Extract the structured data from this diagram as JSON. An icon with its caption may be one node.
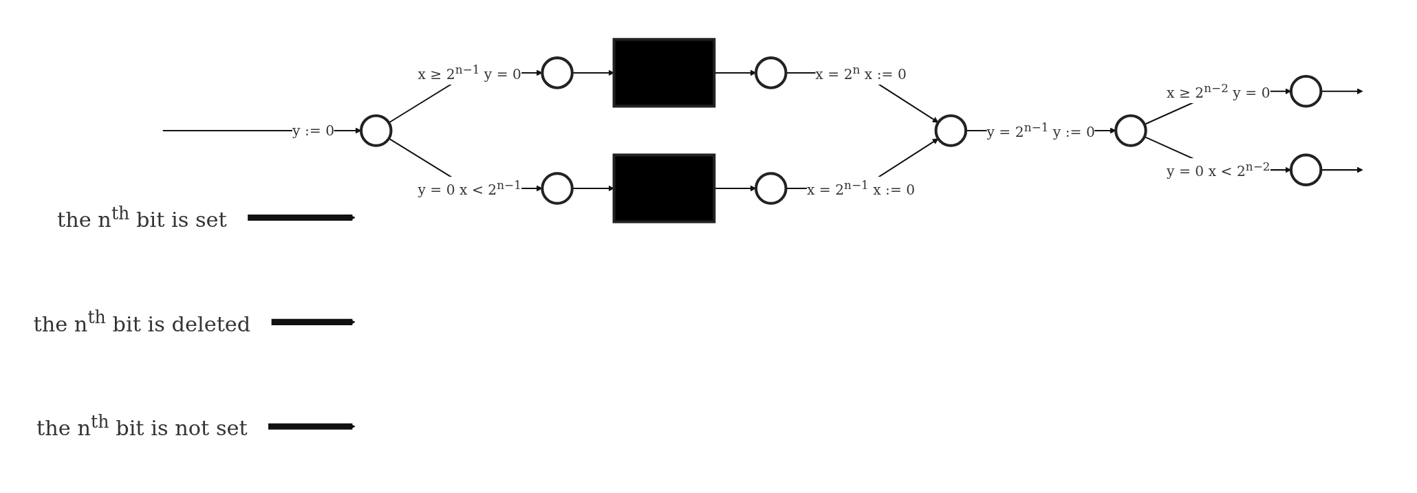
{
  "diagram": {
    "nodes": [
      {
        "text": [],
        "shape": "circle"
      },
      {
        "text": [],
        "shape": "circle"
      },
      {
        "text": [],
        "shape": "box"
      },
      {
        "text": [],
        "shape": "circle"
      },
      {
        "text": [],
        "shape": "circle"
      },
      {
        "text": [],
        "shape": "box"
      },
      {
        "text": [],
        "shape": "circle"
      },
      {
        "text": [],
        "shape": "circle"
      },
      {
        "text": [],
        "shape": "circle"
      },
      {
        "text": [],
        "shape": "circle"
      },
      {
        "text": [],
        "shape": "circle"
      },
      {
        "text": [
          "the n$^{th}$ bit is set"
        ]
      },
      {
        "text": [
          "the n$^{th}$ bit is deleted"
        ]
      },
      {
        "text": [
          "the n$^{th}$ bit is not set"
        ]
      }
    ],
    "edges": [
      {
        "from": null,
        "to": 0,
        "arrow": "to",
        "label": "y := 0"
      },
      {
        "from": 0,
        "to": 1,
        "arrow": "to",
        "label": "x ≥ 2$^{n−1}$ y = 0"
      },
      {
        "from": 1,
        "to": 2,
        "arrow": "to"
      },
      {
        "from": 2,
        "to": 3,
        "arrow": "to"
      },
      {
        "from": 3,
        "to": 7,
        "arrow": "to",
        "label": "x = 2$^{n}$ x := 0"
      },
      {
        "from": 0,
        "to": 4,
        "arrow": "to",
        "label": "y = 0 x < 2$^{n−1}$"
      },
      {
        "from": 4,
        "to": 5,
        "arrow": "to"
      },
      {
        "from": 5,
        "to": 6,
        "arrow": "to"
      },
      {
        "from": 6,
        "to": 7,
        "arrow": "to",
        "label": "x = 2$^{n−1}$ x := 0"
      },
      {
        "from": 7,
        "to": 8,
        "arrow": "to",
        "label": "y = 2$^{n−1}$ y := 0"
      },
      {
        "from": 8,
        "to": 9,
        "arrow": "to",
        "label": "x ≥ 2$^{n−2}$ y = 0"
      },
      {
        "from": 8,
        "to": 10,
        "arrow": "to",
        "label": "y = 0 x < 2$^{n−2}$"
      },
      {
        "from": 9,
        "to": null,
        "arrow": "to"
      },
      {
        "from": 10,
        "to": null,
        "arrow": "to"
      },
      {
        "from": 11,
        "to": null,
        "arrow": "to",
        "style": "thick"
      },
      {
        "from": 12,
        "to": null,
        "arrow": "to",
        "style": "thick"
      },
      {
        "from": 13,
        "to": null,
        "arrow": "to",
        "style": "thick"
      }
    ]
  }
}
